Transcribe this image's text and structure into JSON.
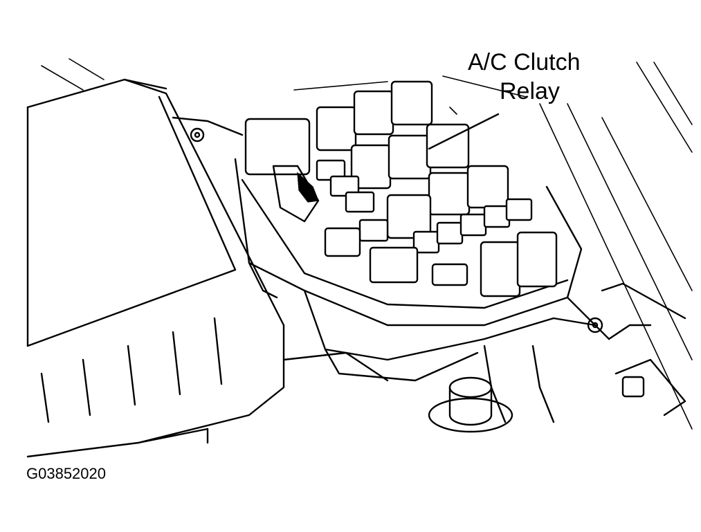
{
  "labels": {
    "callout_line1": "A/C Clutch",
    "callout_line2": "Relay",
    "figure_code": "G03852020"
  },
  "colors": {
    "ink": "#000000",
    "background": "#ffffff"
  }
}
